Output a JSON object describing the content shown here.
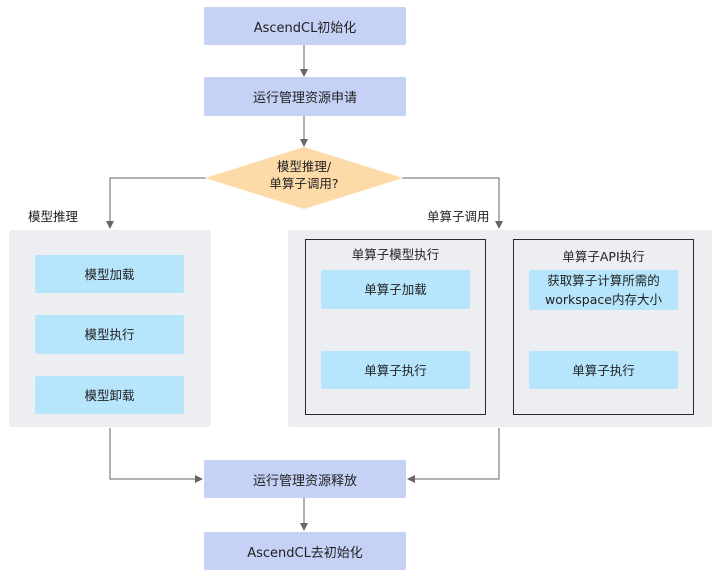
{
  "steps": {
    "init": "AscendCL初始化",
    "alloc": "运行管理资源申请",
    "decision": "模型推理/\n单算子调用?",
    "release": "运行管理资源释放",
    "deinit": "AscendCL去初始化"
  },
  "branches": {
    "model_label": "模型推理",
    "single_label": "单算子调用"
  },
  "model_panel": {
    "items": [
      "模型加载",
      "模型执行",
      "模型卸载"
    ]
  },
  "single_model_panel": {
    "title": "单算子模型执行",
    "items": [
      "单算子加载",
      "单算子执行"
    ]
  },
  "single_api_panel": {
    "title": "单算子API执行",
    "items": [
      "获取算子计算所需的\nworkspace内存大小",
      "单算子执行"
    ]
  },
  "colors": {
    "step_fill": "#c5d1f5",
    "decision_fill": "#fddba9",
    "item_fill": "#b7e5fb",
    "panel_fill": "#eceef2",
    "line": "#666666"
  }
}
